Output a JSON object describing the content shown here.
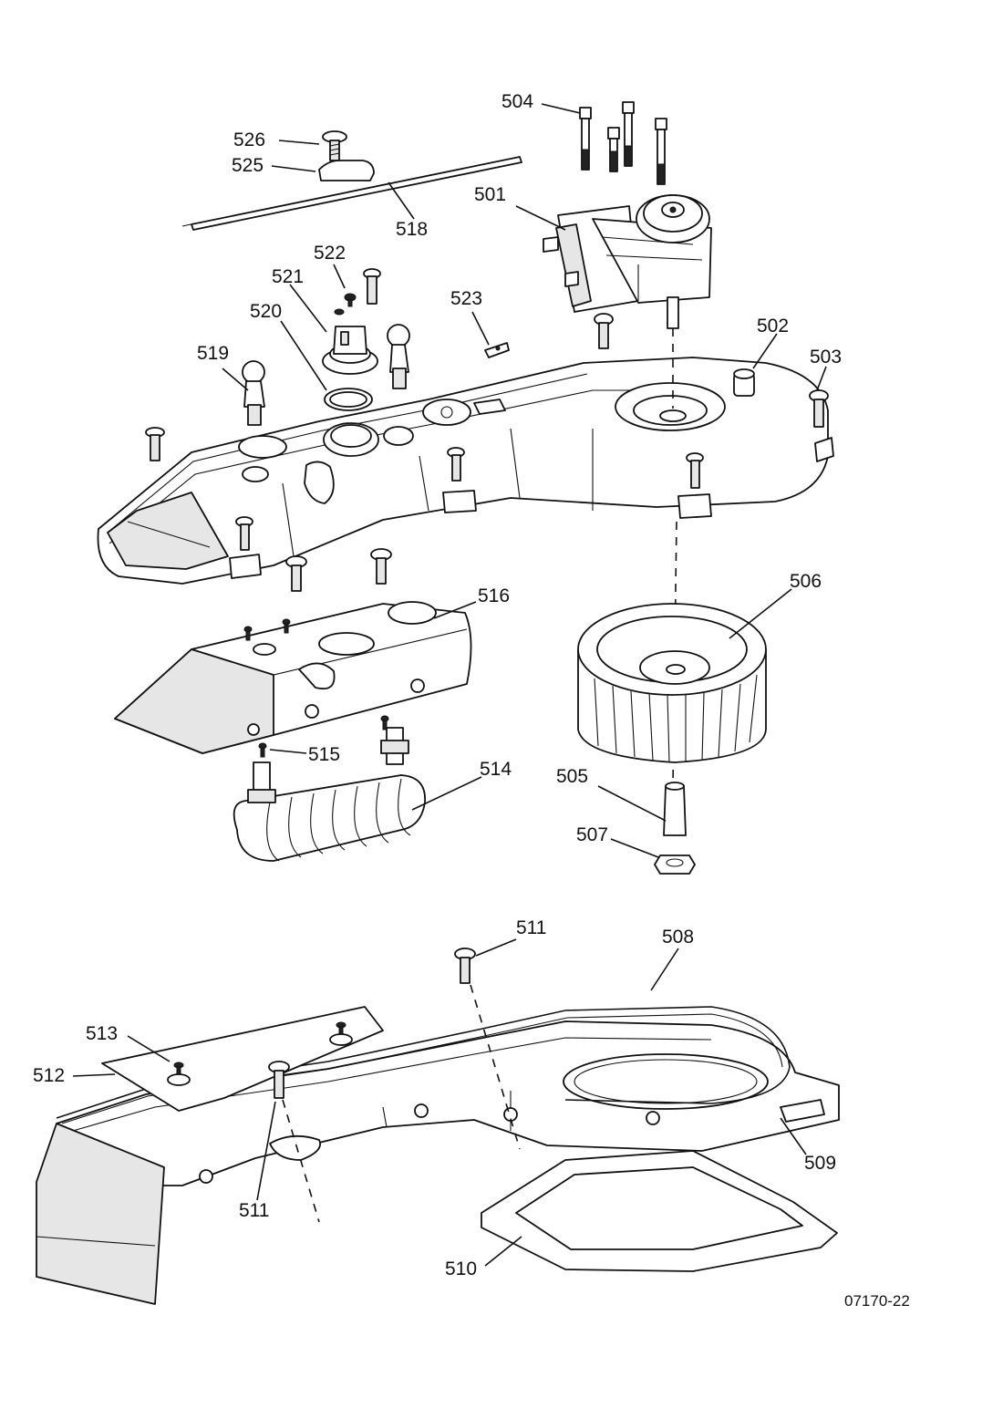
{
  "drawing_code": "07170-22",
  "callouts": [
    {
      "id": "c504",
      "text": "504"
    },
    {
      "id": "c526",
      "text": "526"
    },
    {
      "id": "c525",
      "text": "525"
    },
    {
      "id": "c518",
      "text": "518"
    },
    {
      "id": "c501",
      "text": "501"
    },
    {
      "id": "c522",
      "text": "522"
    },
    {
      "id": "c521",
      "text": "521"
    },
    {
      "id": "c523",
      "text": "523"
    },
    {
      "id": "c520",
      "text": "520"
    },
    {
      "id": "c502",
      "text": "502"
    },
    {
      "id": "c519",
      "text": "519"
    },
    {
      "id": "c503",
      "text": "503"
    },
    {
      "id": "c516",
      "text": "516"
    },
    {
      "id": "c506",
      "text": "506"
    },
    {
      "id": "c515",
      "text": "515"
    },
    {
      "id": "c514",
      "text": "514"
    },
    {
      "id": "c505",
      "text": "505"
    },
    {
      "id": "c507",
      "text": "507"
    },
    {
      "id": "c511a",
      "text": "511"
    },
    {
      "id": "c508",
      "text": "508"
    },
    {
      "id": "c513",
      "text": "513"
    },
    {
      "id": "c512",
      "text": "512"
    },
    {
      "id": "c509",
      "text": "509"
    },
    {
      "id": "c511b",
      "text": "511"
    },
    {
      "id": "c510",
      "text": "510"
    }
  ]
}
